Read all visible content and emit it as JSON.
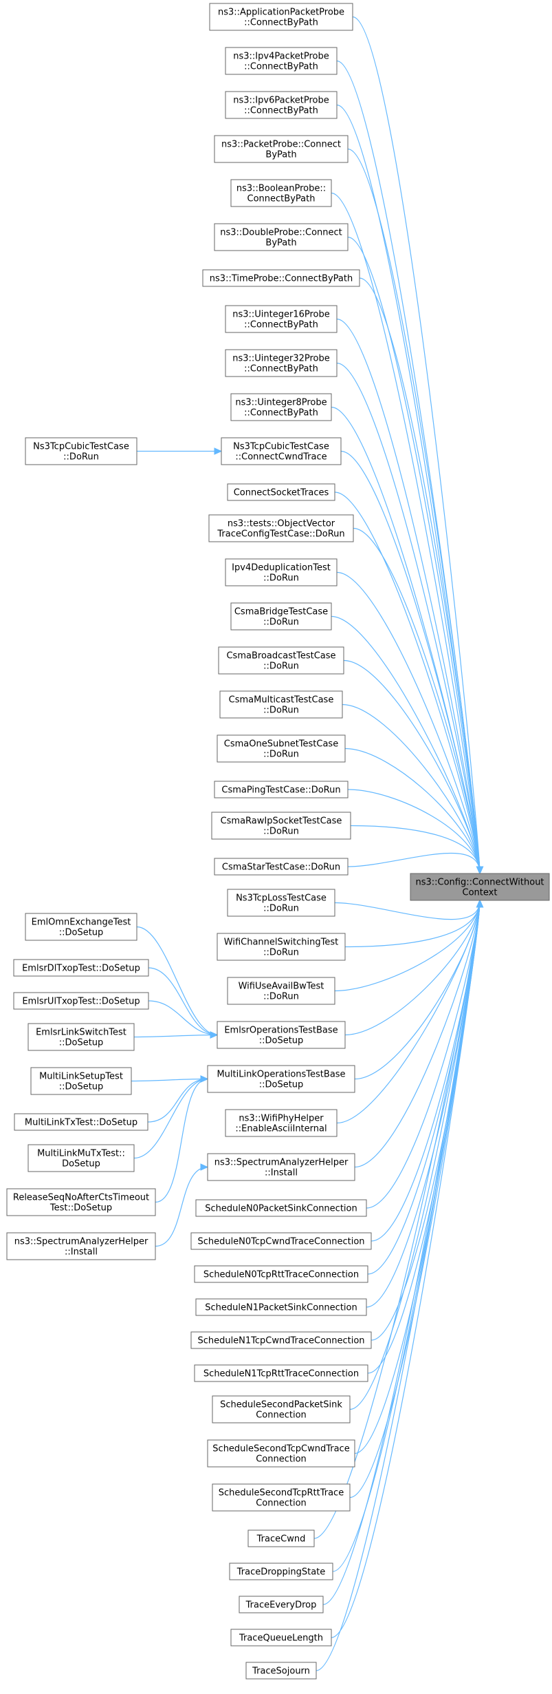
{
  "target": {
    "id": "target",
    "lines": [
      "ns3::Config::ConnectWithout",
      "Context"
    ]
  },
  "callers": [
    {
      "id": "c1",
      "lines": [
        "ns3::ApplicationPacketProbe",
        "::ConnectByPath"
      ]
    },
    {
      "id": "c2",
      "lines": [
        "ns3::Ipv4PacketProbe",
        "::ConnectByPath"
      ]
    },
    {
      "id": "c3",
      "lines": [
        "ns3::Ipv6PacketProbe",
        "::ConnectByPath"
      ]
    },
    {
      "id": "c4",
      "lines": [
        "ns3::PacketProbe::Connect",
        "ByPath"
      ]
    },
    {
      "id": "c5",
      "lines": [
        "ns3::BooleanProbe::",
        "ConnectByPath"
      ]
    },
    {
      "id": "c6",
      "lines": [
        "ns3::DoubleProbe::Connect",
        "ByPath"
      ]
    },
    {
      "id": "c7",
      "lines": [
        "ns3::TimeProbe::ConnectByPath"
      ]
    },
    {
      "id": "c8",
      "lines": [
        "ns3::Uinteger16Probe",
        "::ConnectByPath"
      ]
    },
    {
      "id": "c9",
      "lines": [
        "ns3::Uinteger32Probe",
        "::ConnectByPath"
      ]
    },
    {
      "id": "c10",
      "lines": [
        "ns3::Uinteger8Probe",
        "::ConnectByPath"
      ]
    },
    {
      "id": "c11",
      "lines": [
        "Ns3TcpCubicTestCase",
        "::ConnectCwndTrace"
      ]
    },
    {
      "id": "c12",
      "lines": [
        "ConnectSocketTraces"
      ]
    },
    {
      "id": "c13",
      "lines": [
        "ns3::tests::ObjectVector",
        "TraceConfigTestCase::DoRun"
      ]
    },
    {
      "id": "c14",
      "lines": [
        "Ipv4DeduplicationTest",
        "::DoRun"
      ]
    },
    {
      "id": "c15",
      "lines": [
        "CsmaBridgeTestCase",
        "::DoRun"
      ]
    },
    {
      "id": "c16",
      "lines": [
        "CsmaBroadcastTestCase",
        "::DoRun"
      ]
    },
    {
      "id": "c17",
      "lines": [
        "CsmaMulticastTestCase",
        "::DoRun"
      ]
    },
    {
      "id": "c18",
      "lines": [
        "CsmaOneSubnetTestCase",
        "::DoRun"
      ]
    },
    {
      "id": "c19",
      "lines": [
        "CsmaPingTestCase::DoRun"
      ]
    },
    {
      "id": "c20",
      "lines": [
        "CsmaRawIpSocketTestCase",
        "::DoRun"
      ]
    },
    {
      "id": "c21",
      "lines": [
        "CsmaStarTestCase::DoRun"
      ]
    },
    {
      "id": "c22",
      "lines": [
        "Ns3TcpLossTestCase",
        "::DoRun"
      ]
    },
    {
      "id": "c23",
      "lines": [
        "WifiChannelSwitchingTest",
        "::DoRun"
      ]
    },
    {
      "id": "c24",
      "lines": [
        "WifiUseAvailBwTest",
        "::DoRun"
      ]
    },
    {
      "id": "c25",
      "lines": [
        "EmlsrOperationsTestBase",
        "::DoSetup"
      ]
    },
    {
      "id": "c26",
      "lines": [
        "MultiLinkOperationsTestBase",
        "::DoSetup"
      ]
    },
    {
      "id": "c27",
      "lines": [
        "ns3::WifiPhyHelper",
        "::EnableAsciiInternal"
      ]
    },
    {
      "id": "c28",
      "lines": [
        "ns3::SpectrumAnalyzerHelper",
        "::Install"
      ]
    },
    {
      "id": "c29",
      "lines": [
        "ScheduleN0PacketSinkConnection"
      ]
    },
    {
      "id": "c30",
      "lines": [
        "ScheduleN0TcpCwndTraceConnection"
      ]
    },
    {
      "id": "c31",
      "lines": [
        "ScheduleN0TcpRttTraceConnection"
      ]
    },
    {
      "id": "c32",
      "lines": [
        "ScheduleN1PacketSinkConnection"
      ]
    },
    {
      "id": "c33",
      "lines": [
        "ScheduleN1TcpCwndTraceConnection"
      ]
    },
    {
      "id": "c34",
      "lines": [
        "ScheduleN1TcpRttTraceConnection"
      ]
    },
    {
      "id": "c35",
      "lines": [
        "ScheduleSecondPacketSink",
        "Connection"
      ]
    },
    {
      "id": "c36",
      "lines": [
        "ScheduleSecondTcpCwndTrace",
        "Connection"
      ]
    },
    {
      "id": "c37",
      "lines": [
        "ScheduleSecondTcpRttTrace",
        "Connection"
      ]
    },
    {
      "id": "c38",
      "lines": [
        "TraceCwnd"
      ]
    },
    {
      "id": "c39",
      "lines": [
        "TraceDroppingState"
      ]
    },
    {
      "id": "c40",
      "lines": [
        "TraceEveryDrop"
      ]
    },
    {
      "id": "c41",
      "lines": [
        "TraceQueueLength"
      ]
    },
    {
      "id": "c42",
      "lines": [
        "TraceSojourn"
      ]
    }
  ],
  "second_level": [
    {
      "id": "s1",
      "lines": [
        "Ns3TcpCubicTestCase",
        "::DoRun"
      ],
      "calls": "c11"
    },
    {
      "id": "s2",
      "lines": [
        "EmlOmnExchangeTest",
        "::DoSetup"
      ],
      "calls": "c25"
    },
    {
      "id": "s3",
      "lines": [
        "EmlsrDlTxopTest::DoSetup"
      ],
      "calls": "c25"
    },
    {
      "id": "s4",
      "lines": [
        "EmlsrUlTxopTest::DoSetup"
      ],
      "calls": "c25"
    },
    {
      "id": "s5",
      "lines": [
        "EmlsrLinkSwitchTest",
        "::DoSetup"
      ],
      "calls": "c25"
    },
    {
      "id": "s6",
      "lines": [
        "MultiLinkSetupTest",
        "::DoSetup"
      ],
      "calls": "c26"
    },
    {
      "id": "s7",
      "lines": [
        "MultiLinkTxTest::DoSetup"
      ],
      "calls": "c26"
    },
    {
      "id": "s8",
      "lines": [
        "MultiLinkMuTxTest::",
        "DoSetup"
      ],
      "calls": "c26"
    },
    {
      "id": "s9",
      "lines": [
        "ReleaseSeqNoAfterCtsTimeout",
        "Test::DoSetup"
      ],
      "calls": "c26"
    },
    {
      "id": "s10",
      "lines": [
        "ns3::SpectrumAnalyzerHelper",
        "::Install"
      ],
      "calls": "c28"
    }
  ]
}
